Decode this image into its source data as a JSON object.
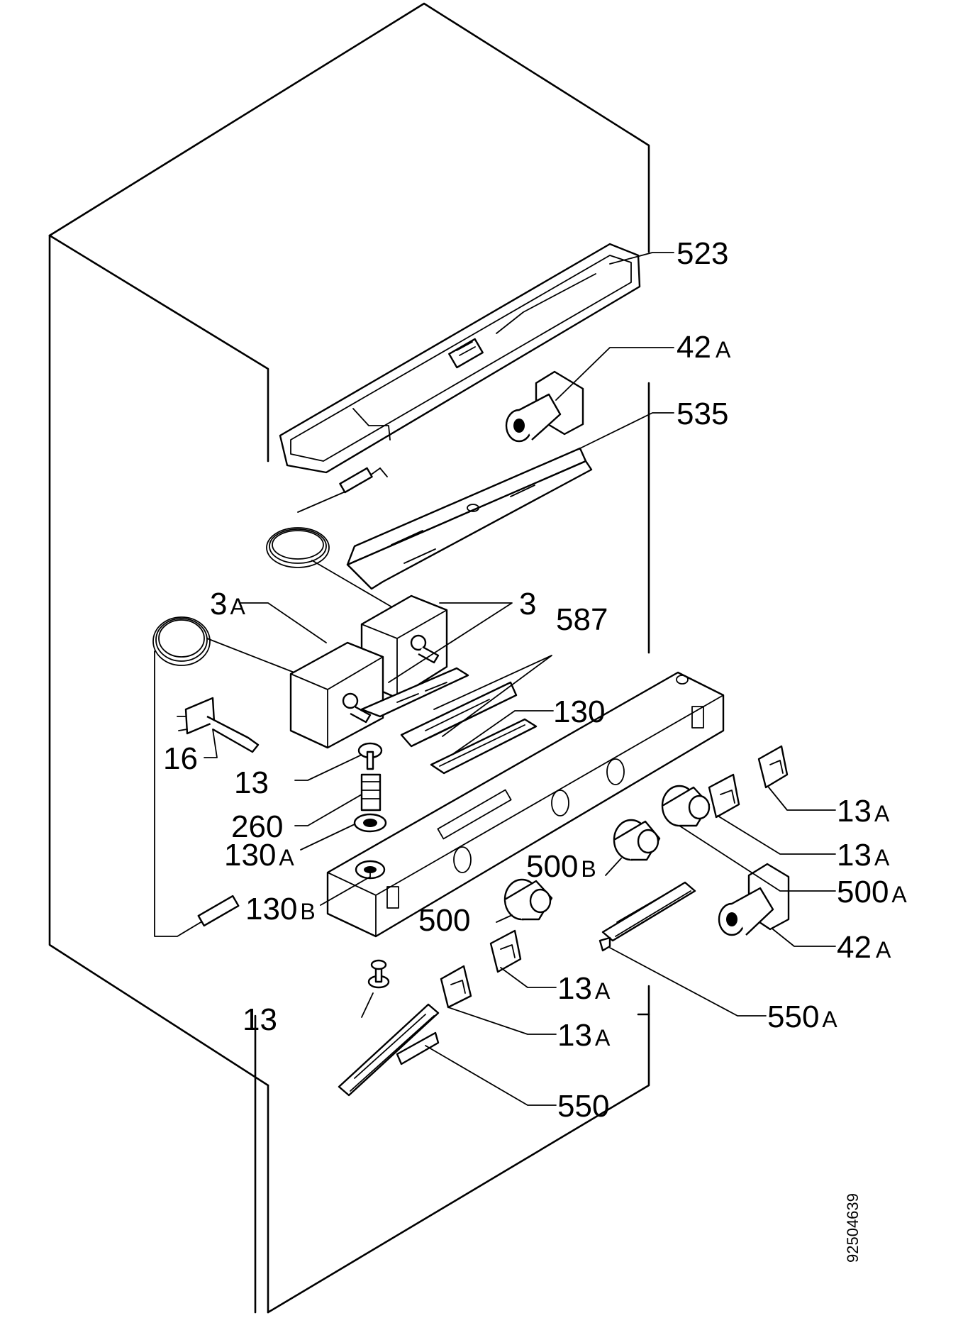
{
  "diagram": {
    "drawing_number": "92504639",
    "labels": {
      "l523": "523",
      "l42a_top": {
        "num": "42",
        "suf": "A"
      },
      "l535": "535",
      "l3a": {
        "num": "3",
        "suf": "A"
      },
      "l3": "3",
      "l587": "587",
      "l130": "130",
      "l16": "16",
      "l13_upper": "13",
      "l260": "260",
      "l130a": {
        "num": "130",
        "suf": "A"
      },
      "l130b": {
        "num": "130",
        "suf": "B"
      },
      "l13a_1": {
        "num": "13",
        "suf": "A"
      },
      "l13a_2": {
        "num": "13",
        "suf": "A"
      },
      "l500a": {
        "num": "500",
        "suf": "A"
      },
      "l500b": {
        "num": "500",
        "suf": "B"
      },
      "l500": "500",
      "l42a_bottom": {
        "num": "42",
        "suf": "A"
      },
      "l13a_3": {
        "num": "13",
        "suf": "A"
      },
      "l13_lower": "13",
      "l550a": {
        "num": "550",
        "suf": "A"
      },
      "l13a_4": {
        "num": "13",
        "suf": "A"
      },
      "l550": "550"
    }
  }
}
